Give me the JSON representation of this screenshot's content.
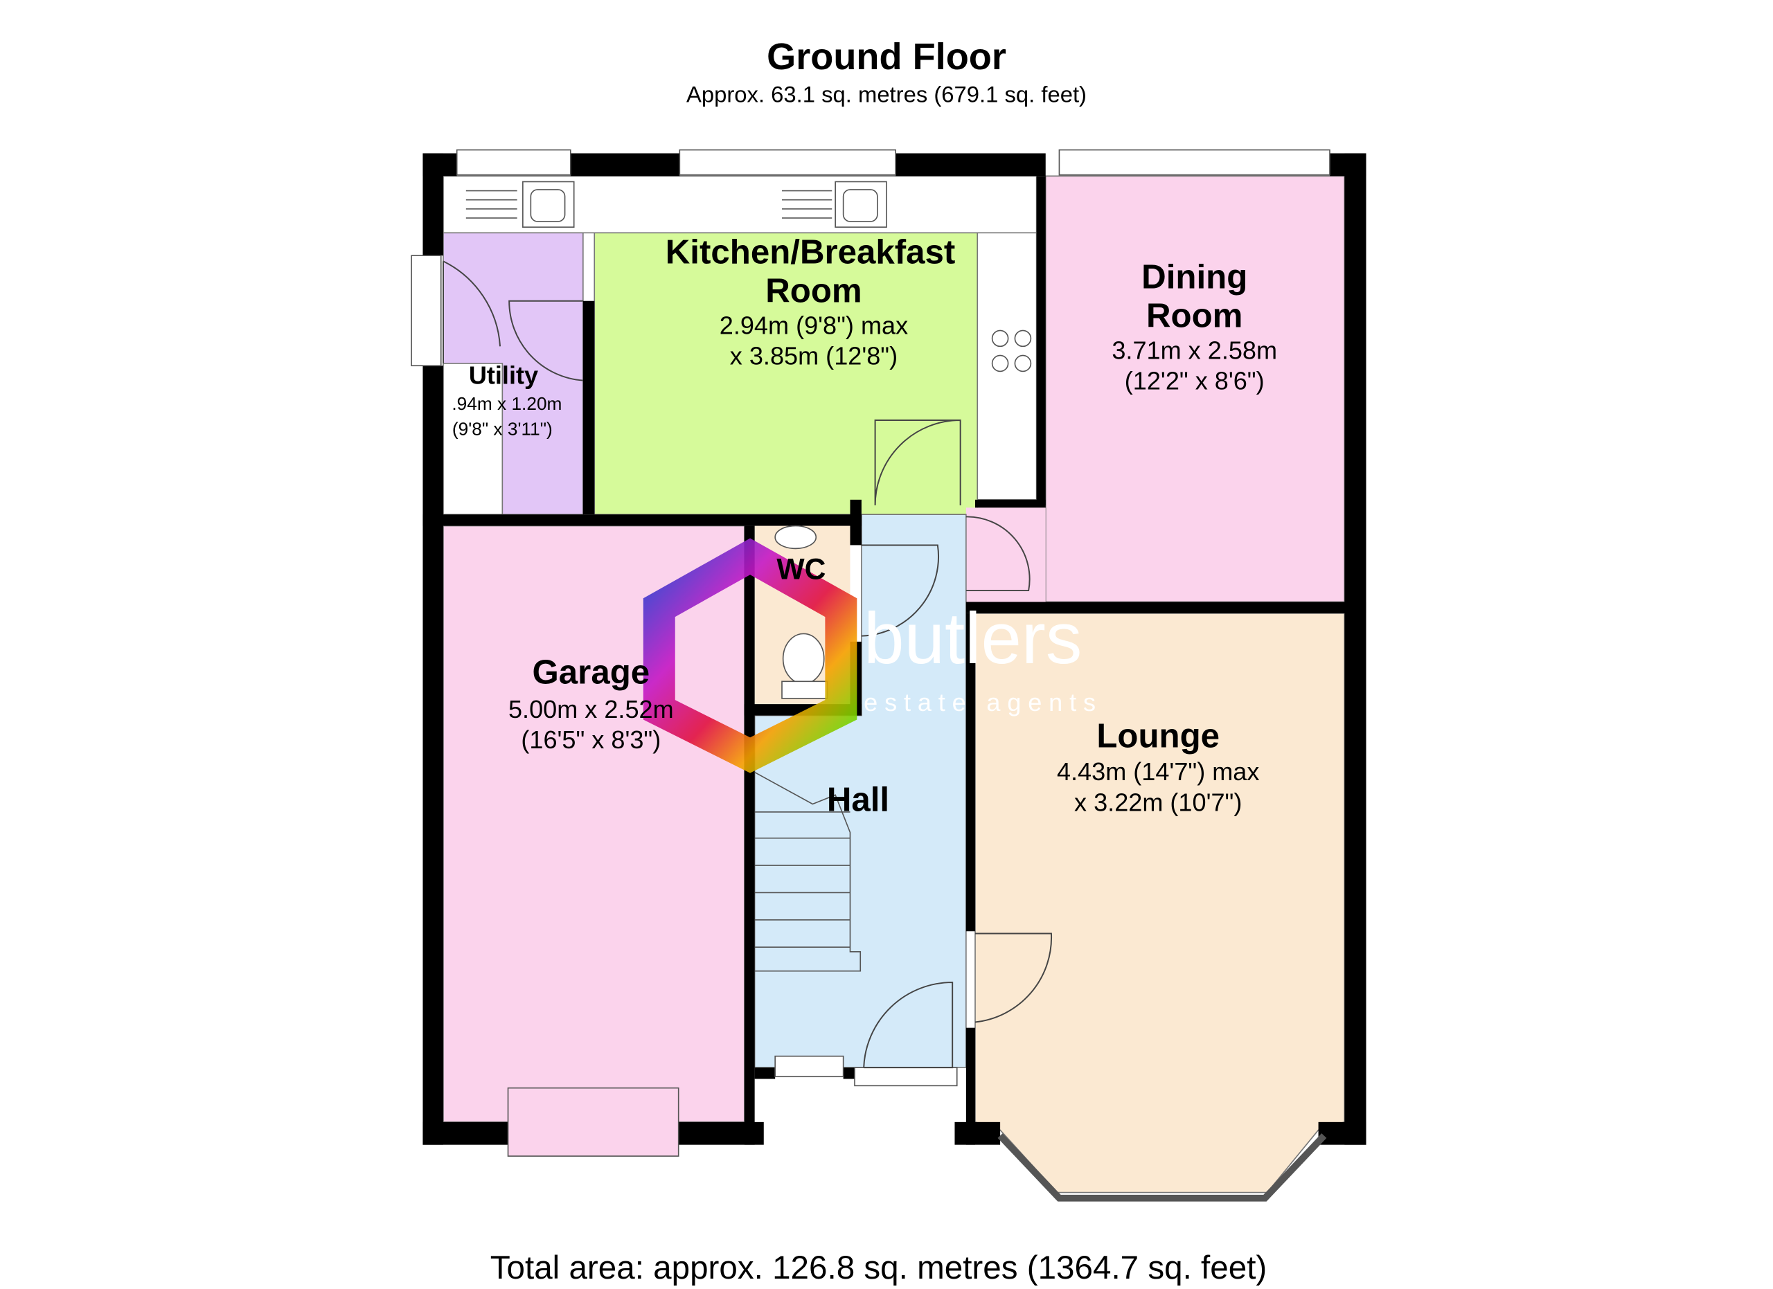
{
  "header": {
    "title": "Ground Floor",
    "subtitle": "Approx. 63.1 sq. metres (679.1 sq. feet)"
  },
  "rooms": {
    "kitchen": {
      "name_line1": "Kitchen/Breakfast",
      "name_line2": "Room",
      "dim_line1": "2.94m (9'8\") max",
      "dim_line2": "x 3.85m (12'8\")"
    },
    "dining": {
      "name_line1": "Dining",
      "name_line2": "Room",
      "dim_line1": "3.71m x 2.58m",
      "dim_line2": "(12'2\" x 8'6\")"
    },
    "utility": {
      "name": "Utility",
      "dim_line1": ".94m x 1.20m",
      "dim_line2": "(9'8\" x 3'11\")"
    },
    "wc": {
      "name": "WC"
    },
    "garage": {
      "name": "Garage",
      "dim_line1": "5.00m x 2.52m",
      "dim_line2": "(16'5\" x 8'3\")"
    },
    "hall": {
      "name": "Hall"
    },
    "lounge": {
      "name": "Lounge",
      "dim_line1": "4.43m (14'7\") max",
      "dim_line2": "x 3.22m (10'7\")"
    }
  },
  "watermark": {
    "brand": "butlers",
    "tagline": "estate agents"
  },
  "colors": {
    "kitchen": "#d6fa9a",
    "dining": "#fbd3ec",
    "utility": "#e2c6f7",
    "garage": "#fbd3ec",
    "hall": "#d4eaf9",
    "lounge": "#fbe9d2",
    "wc": "#fbe9d2"
  },
  "footer": {
    "total": "Total area: approx. 126.8 sq. metres (1364.7 sq. feet)"
  }
}
